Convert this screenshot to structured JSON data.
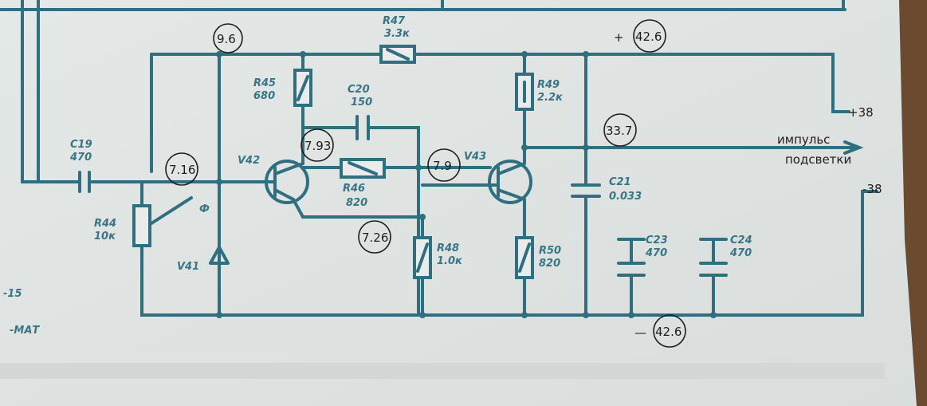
{
  "components": {
    "r47": {
      "ref": "R47",
      "value": "3.3к"
    },
    "r45": {
      "ref": "R45",
      "value": "680"
    },
    "c20": {
      "ref": "C20",
      "value": "150"
    },
    "r49": {
      "ref": "R49",
      "value": "2.2к"
    },
    "c19": {
      "ref": "C19",
      "value": "470"
    },
    "v42": {
      "ref": "V42"
    },
    "v43": {
      "ref": "V43"
    },
    "v41": {
      "ref": "V41"
    },
    "r46": {
      "ref": "R46",
      "value": "820"
    },
    "r44": {
      "ref": "R44",
      "value": "10к"
    },
    "photo": {
      "ref": "Ф"
    },
    "r48": {
      "ref": "R48",
      "value": "1.0к"
    },
    "r50": {
      "ref": "R50",
      "value": "820"
    },
    "c21": {
      "ref": "C21",
      "value": "0.033"
    },
    "c23": {
      "ref": "C23",
      "value": "470"
    },
    "c24": {
      "ref": "C24",
      "value": "470"
    }
  },
  "voltages": {
    "n96": "9.6",
    "n793": "7.93",
    "n716": "7.16",
    "n79": "7.9",
    "n726": "7.26",
    "plus426": "42.6",
    "n337": "33.7",
    "minus426": "42.6"
  },
  "signs": {
    "plus": "+",
    "minus": "—"
  },
  "terminals": {
    "plus38": "+38",
    "minus38": "-38",
    "left15": "-15",
    "mat": "-МАТ"
  },
  "output_label": {
    "line1": "импульс",
    "line2": "подсветки"
  },
  "colors": {
    "ink": "#2f6f80",
    "paper": "#e9ecea",
    "handwriting": "#1d1d1d"
  }
}
